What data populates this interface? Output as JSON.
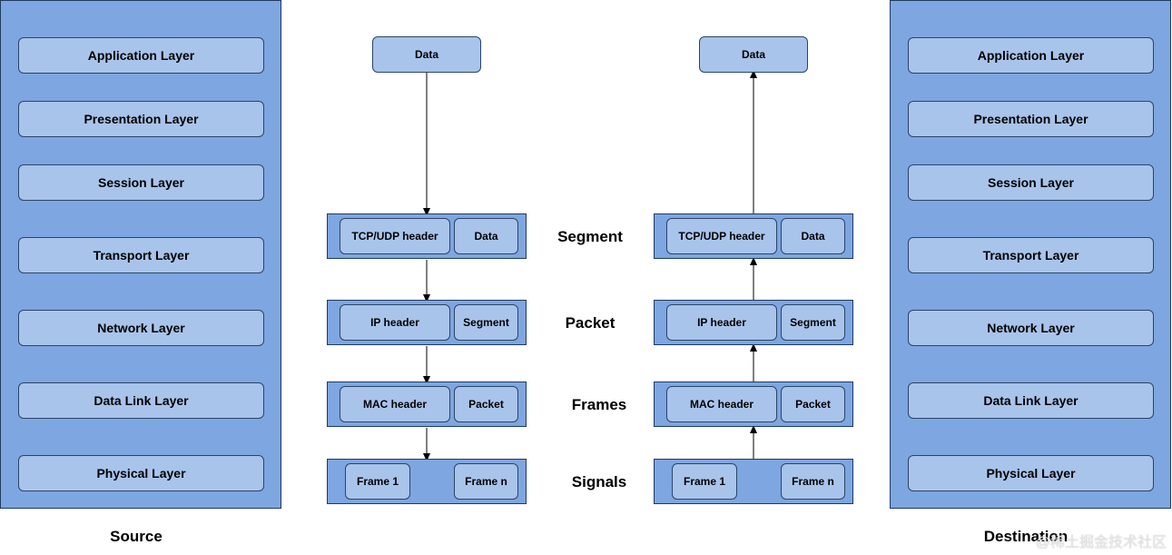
{
  "source": {
    "caption": "Source",
    "layers": [
      "Application Layer",
      "Presentation Layer",
      "Session Layer",
      "Transport Layer",
      "Network Layer",
      "Data Link Layer",
      "Physical Layer"
    ]
  },
  "destination": {
    "caption": "Destination",
    "layers": [
      "Application Layer",
      "Presentation Layer",
      "Session Layer",
      "Transport Layer",
      "Network Layer",
      "Data Link Layer",
      "Physical Layer"
    ]
  },
  "flow": {
    "data_label": "Data",
    "segment": {
      "header": "TCP/UDP header",
      "payload": "Data"
    },
    "packet": {
      "header": "IP header",
      "payload": "Segment"
    },
    "frame": {
      "header": "MAC header",
      "payload": "Packet"
    },
    "signal": {
      "first": "Frame 1",
      "last": "Frame n"
    }
  },
  "units": {
    "segment": "Segment",
    "packet": "Packet",
    "frames": "Frames",
    "signals": "Signals"
  },
  "watermark": "@稀土掘金技术社区",
  "colors": {
    "panel": "#7ea6e0",
    "box": "#a9c4eb",
    "border": "#2b4466"
  }
}
